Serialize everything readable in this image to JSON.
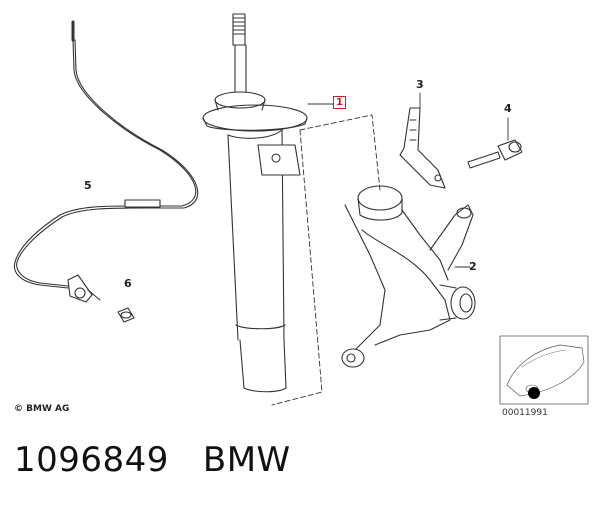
{
  "callouts": {
    "c1": "1",
    "c2": "2",
    "c3": "3",
    "c4": "4",
    "c5": "5",
    "c6": "6"
  },
  "copyright": "© BMW AG",
  "ref_code": "00011991",
  "footer": {
    "part_number": "1096849",
    "brand": "BMW"
  },
  "colors": {
    "line": "#333333",
    "highlight": "#c81e1e"
  }
}
